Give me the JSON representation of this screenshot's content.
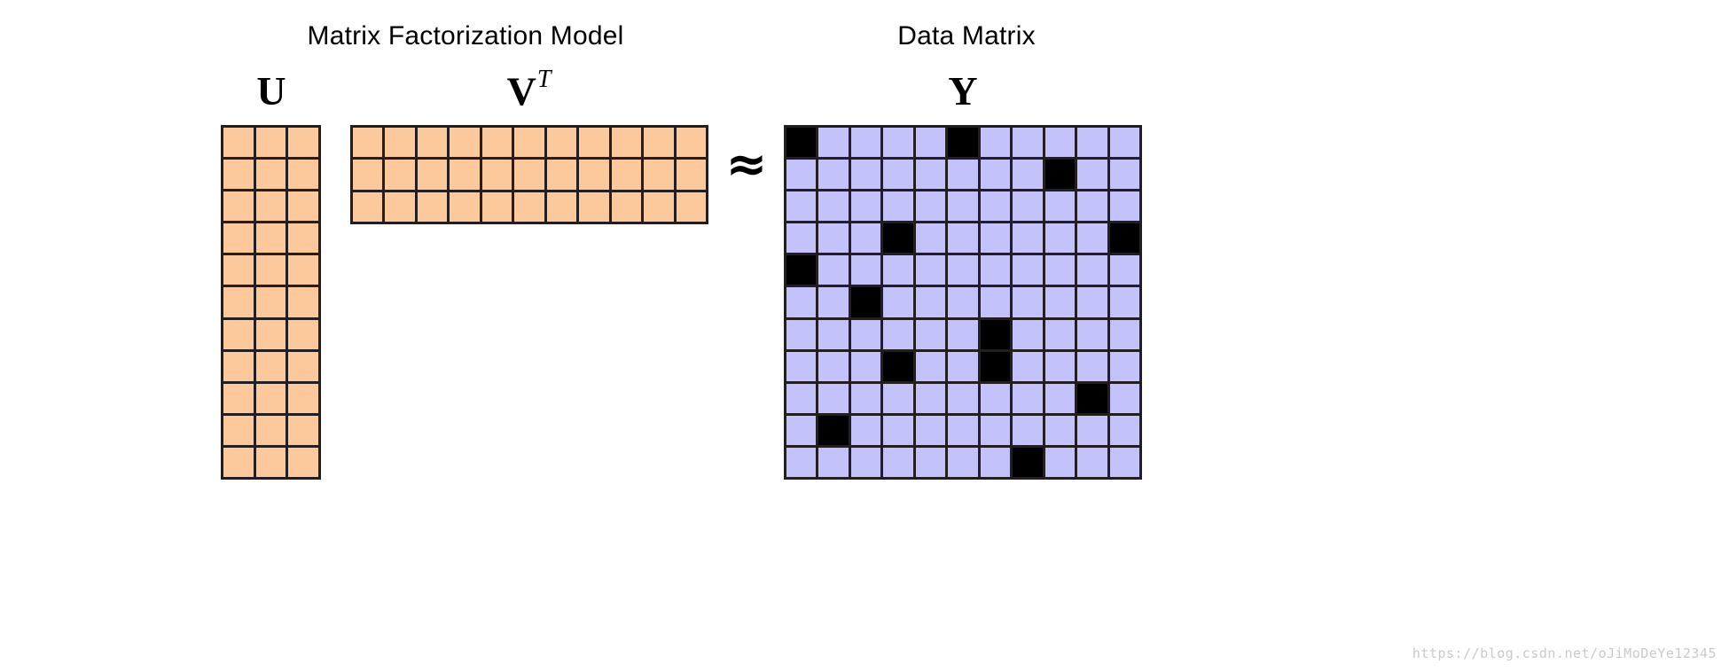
{
  "headings": {
    "left": "Matrix Factorization Model",
    "right": "Data Matrix"
  },
  "labels": {
    "u": "U",
    "v_base": "V",
    "v_sup": "T",
    "y": "Y"
  },
  "operator": {
    "approx": "≈",
    "icon": "approximately-equal-icon"
  },
  "colors": {
    "factor_cell": "#fbc99b",
    "data_cell": "#c3c2fa",
    "observed_cell": "#000000",
    "grid_line": "#231f20",
    "background": "#ffffff",
    "watermark": "#c9c9c9"
  },
  "watermark": "https://blog.csdn.net/oJiMoDeYe12345",
  "chart_data": {
    "type": "heatmap",
    "title": "Matrix Factorization Model ≈ Data Matrix",
    "xlabel": "",
    "ylabel": "",
    "grid": true,
    "legend_position": "none",
    "annotations": [
      "U",
      "V^T",
      "Y",
      "≈"
    ],
    "matrices": [
      {
        "name": "U",
        "label": "U",
        "role": "user-factor-matrix",
        "rows": 11,
        "cols": 3,
        "fill": "#fbc99b",
        "values": [
          [
            1,
            1,
            1
          ],
          [
            1,
            1,
            1
          ],
          [
            1,
            1,
            1
          ],
          [
            1,
            1,
            1
          ],
          [
            1,
            1,
            1
          ],
          [
            1,
            1,
            1
          ],
          [
            1,
            1,
            1
          ],
          [
            1,
            1,
            1
          ],
          [
            1,
            1,
            1
          ],
          [
            1,
            1,
            1
          ],
          [
            1,
            1,
            1
          ]
        ]
      },
      {
        "name": "V_T",
        "label": "V^T",
        "role": "item-factor-matrix-transposed",
        "rows": 3,
        "cols": 11,
        "fill": "#fbc99b",
        "values": [
          [
            1,
            1,
            1,
            1,
            1,
            1,
            1,
            1,
            1,
            1,
            1
          ],
          [
            1,
            1,
            1,
            1,
            1,
            1,
            1,
            1,
            1,
            1,
            1
          ],
          [
            1,
            1,
            1,
            1,
            1,
            1,
            1,
            1,
            1,
            1,
            1
          ]
        ]
      },
      {
        "name": "Y",
        "label": "Y",
        "role": "data-matrix",
        "rows": 11,
        "cols": 11,
        "fill": "#c3c2fa",
        "observed_fill": "#000000",
        "legend": {
          "0": "unobserved (light purple)",
          "1": "observed (black)"
        },
        "observed_cells": [
          [
            0,
            0
          ],
          [
            0,
            5
          ],
          [
            1,
            8
          ],
          [
            3,
            3
          ],
          [
            3,
            10
          ],
          [
            4,
            0
          ],
          [
            5,
            2
          ],
          [
            6,
            6
          ],
          [
            7,
            3
          ],
          [
            7,
            6
          ],
          [
            8,
            9
          ],
          [
            9,
            1
          ],
          [
            10,
            7
          ]
        ],
        "values": [
          [
            1,
            0,
            0,
            0,
            0,
            1,
            0,
            0,
            0,
            0,
            0
          ],
          [
            0,
            0,
            0,
            0,
            0,
            0,
            0,
            0,
            1,
            0,
            0
          ],
          [
            0,
            0,
            0,
            0,
            0,
            0,
            0,
            0,
            0,
            0,
            0
          ],
          [
            0,
            0,
            0,
            1,
            0,
            0,
            0,
            0,
            0,
            0,
            1
          ],
          [
            1,
            0,
            0,
            0,
            0,
            0,
            0,
            0,
            0,
            0,
            0
          ],
          [
            0,
            0,
            1,
            0,
            0,
            0,
            0,
            0,
            0,
            0,
            0
          ],
          [
            0,
            0,
            0,
            0,
            0,
            0,
            1,
            0,
            0,
            0,
            0
          ],
          [
            0,
            0,
            0,
            1,
            0,
            0,
            1,
            0,
            0,
            0,
            0
          ],
          [
            0,
            0,
            0,
            0,
            0,
            0,
            0,
            0,
            0,
            1,
            0
          ],
          [
            0,
            1,
            0,
            0,
            0,
            0,
            0,
            0,
            0,
            0,
            0
          ],
          [
            0,
            0,
            0,
            0,
            0,
            0,
            0,
            1,
            0,
            0,
            0
          ]
        ]
      }
    ]
  }
}
